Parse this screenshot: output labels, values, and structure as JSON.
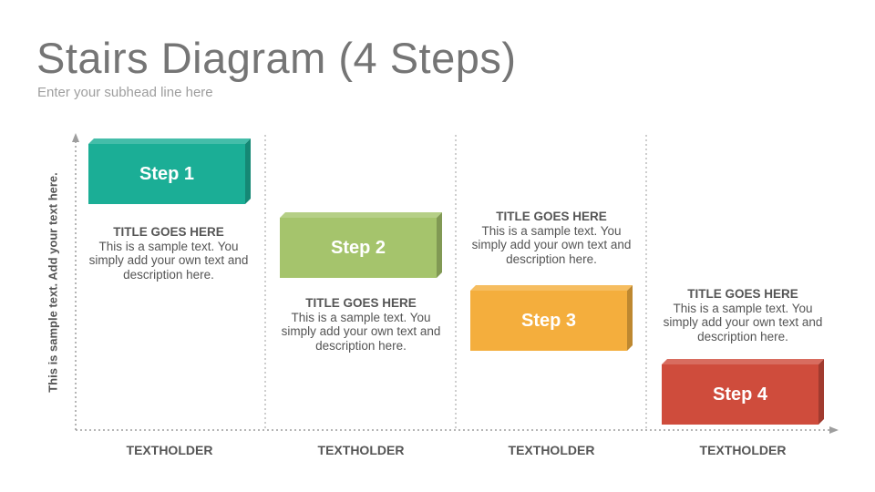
{
  "header": {
    "title": "Stairs Diagram (4 Steps)",
    "subtitle": "Enter your subhead line here"
  },
  "axis": {
    "y_label": "This is sample text. Add your text here."
  },
  "steps": [
    {
      "label": "Step 1",
      "color": "#1bae96",
      "title": "TITLE GOES HERE",
      "body": "This is a sample text. You simply add your own text and description here.",
      "x_label": "TEXTHOLDER"
    },
    {
      "label": "Step 2",
      "color": "#a5c46c",
      "title": "TITLE GOES HERE",
      "body": "This is a sample text. You simply add your own text and description here.",
      "x_label": "TEXTHOLDER"
    },
    {
      "label": "Step 3",
      "color": "#f4ae3d",
      "title": "TITLE GOES HERE",
      "body": "This is a sample text. You simply add your own text and description here.",
      "x_label": "TEXTHOLDER"
    },
    {
      "label": "Step 4",
      "color": "#cf4c3c",
      "title": "TITLE GOES HERE",
      "body": "This is a sample text. You simply add your own text and description here.",
      "x_label": "TEXTHOLDER"
    }
  ]
}
